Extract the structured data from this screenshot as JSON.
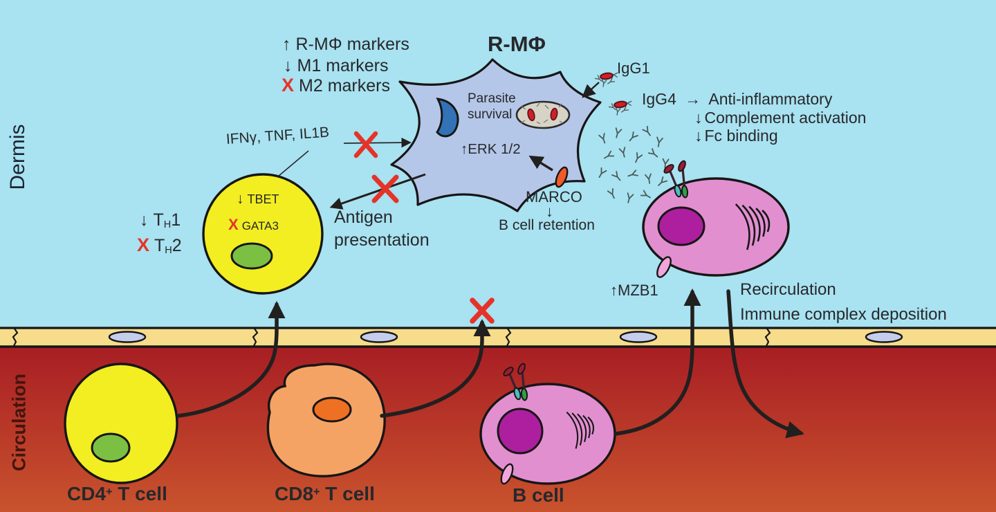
{
  "regions": {
    "dermis_label": "Dermis",
    "circulation_label": "Circulation"
  },
  "macrophage": {
    "title": "R-MΦ",
    "marker_changes": [
      {
        "symbol": "↑",
        "label": "R-MΦ markers"
      },
      {
        "symbol": "↓",
        "label": "M1 markers"
      },
      {
        "symbol": "X",
        "label": "M2 markers"
      }
    ],
    "parasite_line1": "Parasite",
    "parasite_line2": "survival",
    "erk_symbol": "↑",
    "erk_label": "ERK 1/2",
    "marco_label": "MARCO",
    "marco_arrow": "↓",
    "marco_effect": "B cell retention"
  },
  "cytokines": {
    "label": "IFNγ, TNF, IL1B"
  },
  "antibodies": {
    "igg1_label": "IgG1",
    "igg4_label": "IgG4",
    "igg4_arrow": "→",
    "igg4_effect": "Anti-inflammatory",
    "effects": [
      {
        "symbol": "↓",
        "label": "Complement activation"
      },
      {
        "symbol": "↓",
        "label": "Fc binding"
      }
    ]
  },
  "th_cell": {
    "rows": [
      {
        "symbol": "↓",
        "t": "T",
        "sub": "H",
        "num": "1"
      },
      {
        "symbol": "X",
        "t": "T",
        "sub": "H",
        "num": "2"
      }
    ],
    "tbet_symbol": "↓",
    "tbet_label": "TBET",
    "gata3_symbol": "X",
    "gata3_label": "GATA3"
  },
  "antigen": {
    "line1": "Antigen",
    "line2": "presentation"
  },
  "plasma_cell": {
    "mzb1_symbol": "↑",
    "mzb1_label": "MZB1",
    "recirculation": "Recirculation",
    "immune_complex": "Immune complex deposition"
  },
  "circulating_cells": {
    "cd4": {
      "name": "CD4",
      "sup": "+",
      "rest": " T cell"
    },
    "cd8": {
      "name": "CD8",
      "sup": "+",
      "rest": " T cell"
    },
    "b": {
      "name": "B cell"
    }
  },
  "colors": {
    "dermis_bg": "#a9e2f0",
    "vessel_wall": "#f7dc8b",
    "blood_top": "#a81e24",
    "blood_bottom": "#c9532d",
    "macrophage": "#b5c7e8",
    "macrophage_nucleus": "#3273b8",
    "vacuole": "#d7d3c5",
    "parasite": "#cf2027",
    "t_cell": "#f2ee21",
    "t_cell_nucleus": "#7cc043",
    "cd8_cell": "#f5a365",
    "cd8_nucleus": "#ee7023",
    "b_cell": "#e28fd0",
    "b_cell_nucleus": "#ae1f9f",
    "marco": "#f15a29",
    "endothelial_nucleus": "#c5cdec",
    "red_x": "#e63329",
    "arrow": "#221f1f"
  }
}
